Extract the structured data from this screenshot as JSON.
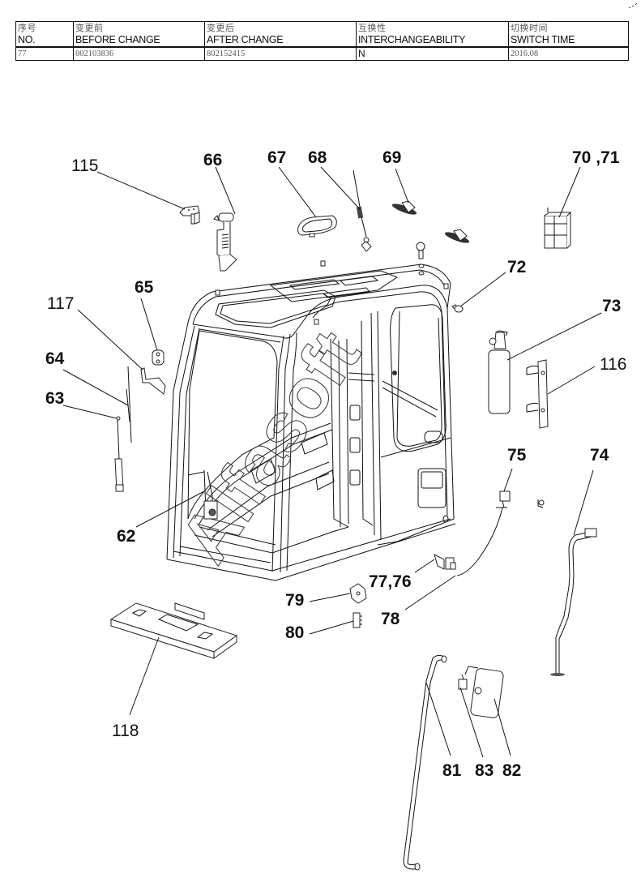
{
  "change_table": {
    "columns": [
      {
        "cn": "序号",
        "en": "NO."
      },
      {
        "cn": "变更前",
        "en": "BEFORE CHANGE"
      },
      {
        "cn": "变更后",
        "en": "AFTER CHANGE"
      },
      {
        "cn": "互换性",
        "en": "INTERCHANGEABILITY"
      },
      {
        "cn": "切换时间",
        "en": "SWITCH TIME"
      }
    ],
    "rows": [
      {
        "no": "77",
        "before": "802103836",
        "after": "802152415",
        "interchangeability": "N",
        "switch_time": "2016.08"
      }
    ]
  },
  "diagram": {
    "watermark": "Alfasoft",
    "callouts": {
      "c115": "115",
      "c66": "66",
      "c67": "67",
      "c68": "68",
      "c69": "69",
      "c70_71": "70 ,71",
      "c72": "72",
      "c73": "73",
      "c116": "116",
      "c65": "65",
      "c117": "117",
      "c64": "64",
      "c63": "63",
      "c62": "62",
      "c75": "75",
      "c74": "74",
      "c77_76": "77,76",
      "c79": "79",
      "c78": "78",
      "c80": "80",
      "c118": "118",
      "c81": "81",
      "c83": "83",
      "c82": "82"
    }
  }
}
